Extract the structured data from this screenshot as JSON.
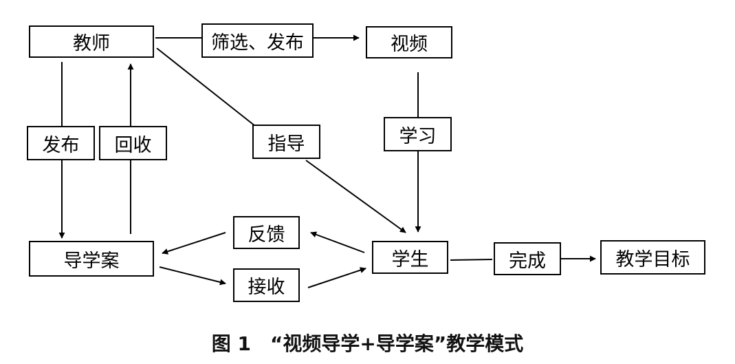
{
  "nodes": {
    "teacher": "教师",
    "video": "视频",
    "study_guide": "导学案",
    "student": "学生",
    "teaching_goal": "教学目标"
  },
  "edge_labels": {
    "select_publish": "筛选、发布",
    "publish": "发布",
    "collect": "回收",
    "guide": "指导",
    "learn": "学习",
    "feedback": "反馈",
    "receive": "接收",
    "complete": "完成"
  },
  "caption": {
    "figure_no": "图 1",
    "title": "“视频导学+导学案”教学模式"
  }
}
